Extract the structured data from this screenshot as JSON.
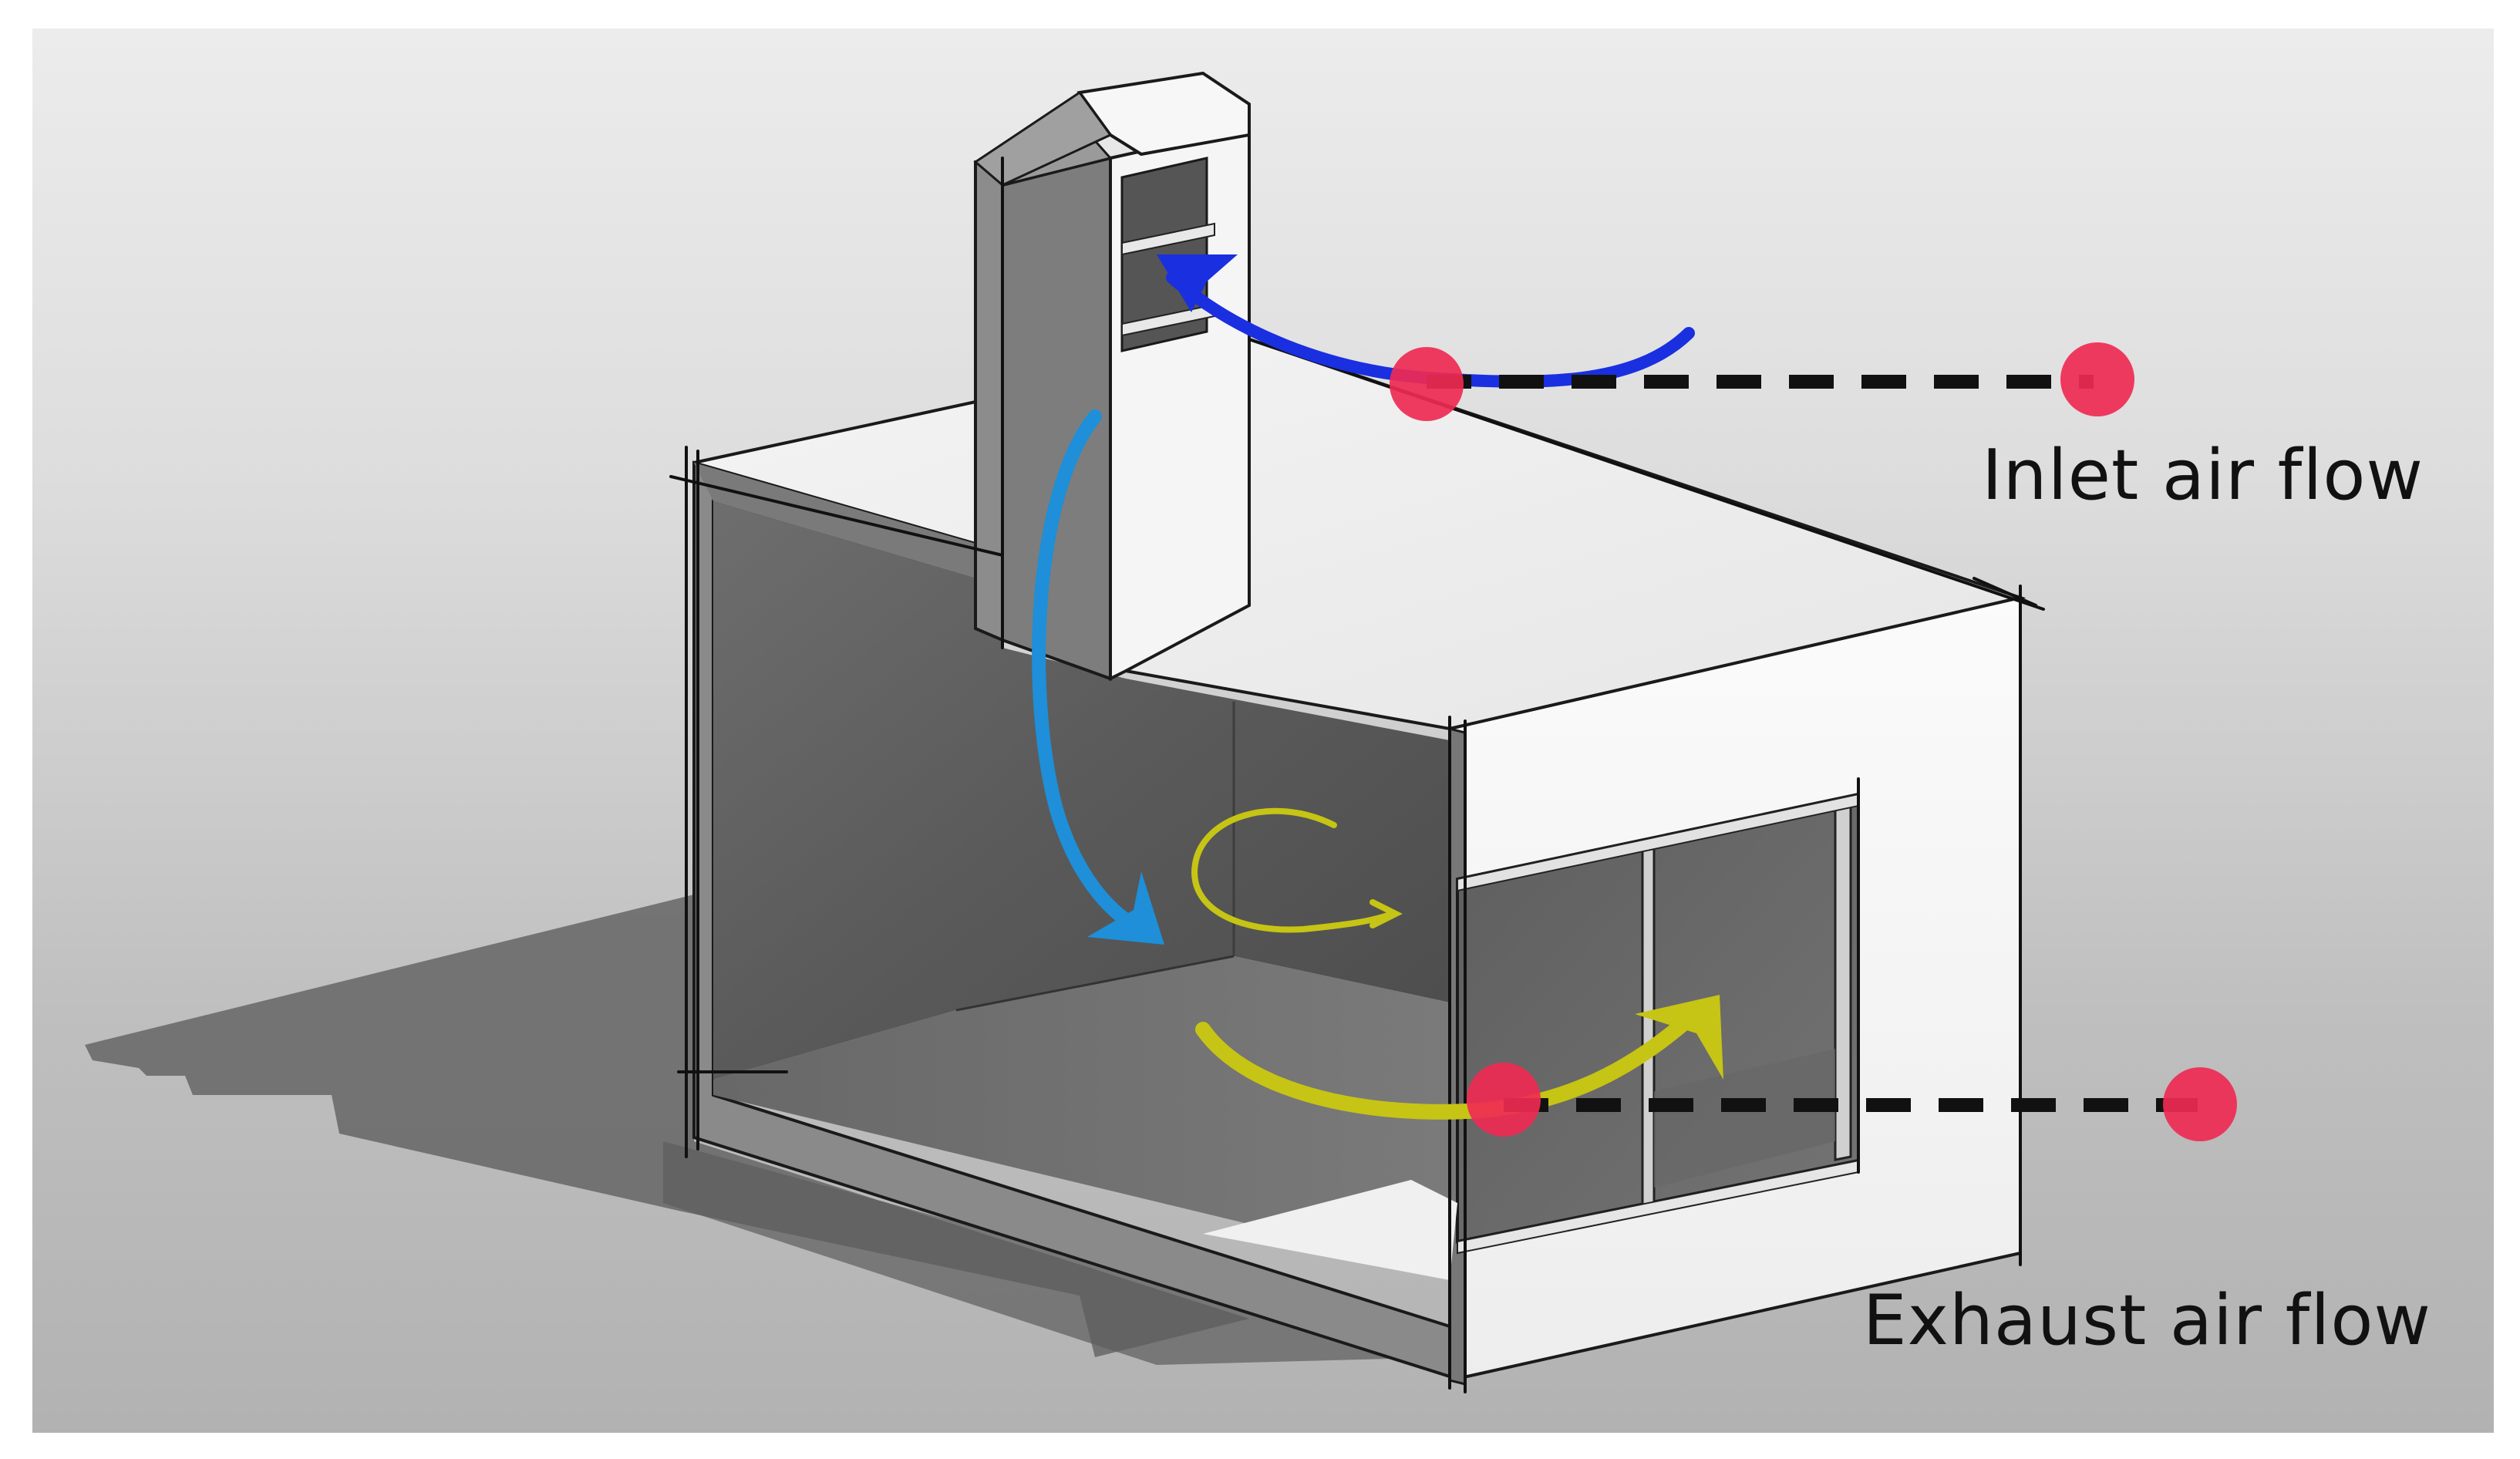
{
  "labels": {
    "inlet": "Inlet air flow",
    "exhaust": "Exhaust air flow"
  },
  "colors": {
    "background_top": "#ececec",
    "background_bottom": "#b2b2b2",
    "inlet_arrow": "#1a2fe0",
    "downdraft_arrow": "#1e8fd8",
    "exhaust_arrow": "#c6c414",
    "marker": "#ef2a52",
    "leader_line": "#111111"
  },
  "icons": {
    "inlet_marker": "red-dot-marker",
    "exhaust_marker": "red-dot-marker"
  }
}
